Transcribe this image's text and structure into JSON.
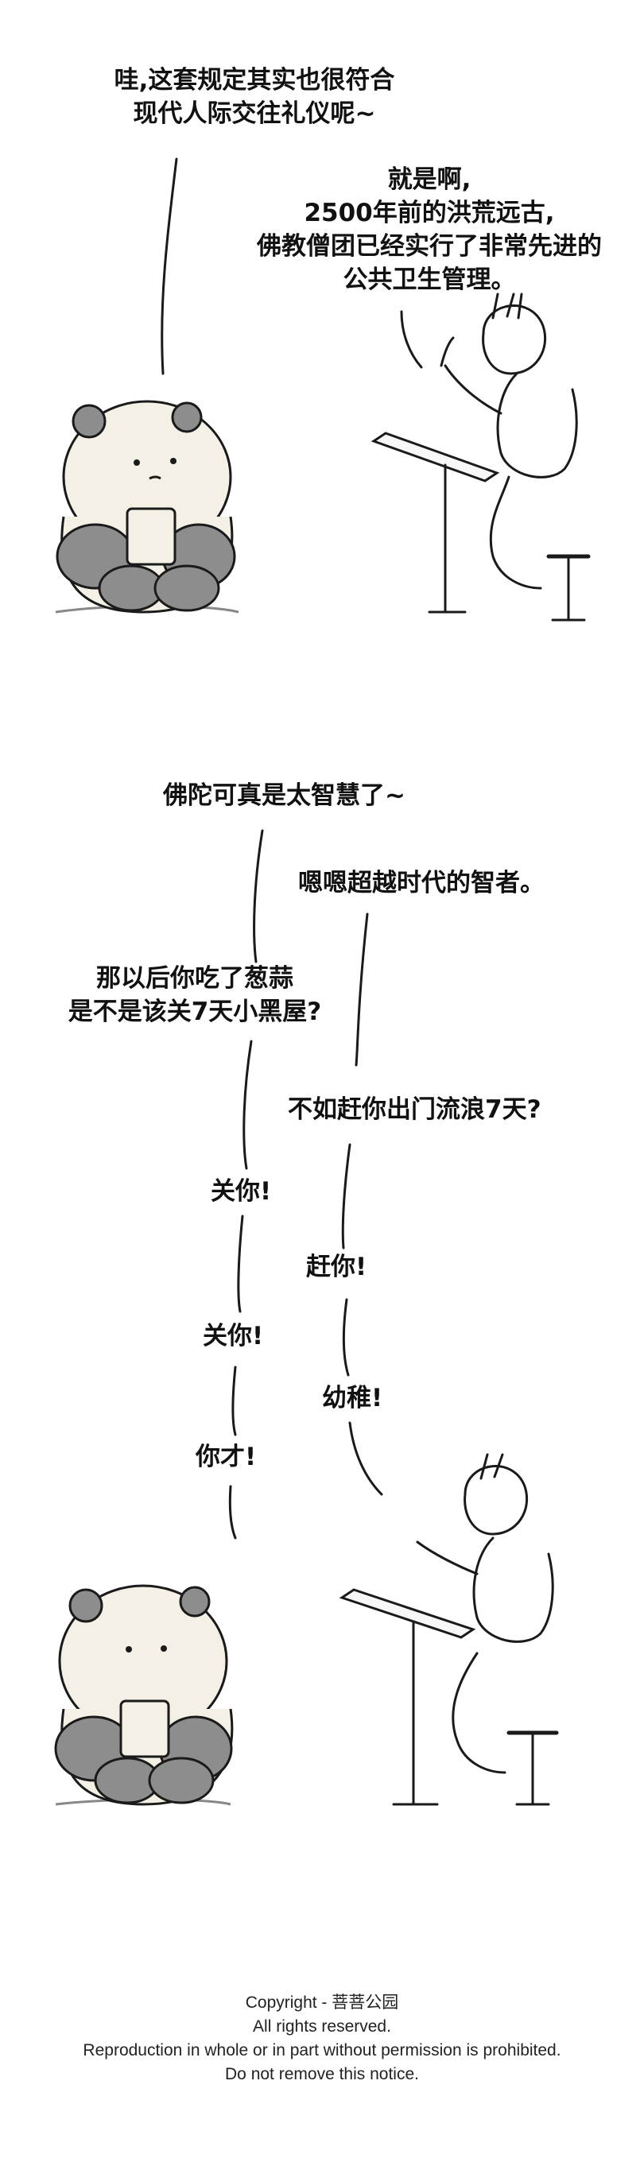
{
  "panel1": {
    "panda_line1": "哇,这套规定其实也很符合",
    "panda_line2": "现代人际交往礼仪呢~",
    "man_line1": "就是啊,",
    "man_line2": "2500年前的洪荒远古,",
    "man_line3": "佛教僧团已经实行了非常先进的",
    "man_line4": "公共卫生管理。"
  },
  "panel2": {
    "panda_a": "佛陀可真是太智慧了~",
    "man_a": "嗯嗯超越时代的智者。",
    "panda_b1": "那以后你吃了葱蒜",
    "panda_b2": "是不是该关7天小黑屋?",
    "man_b": "不如赶你出门流浪7天?",
    "panda_c": "关你!",
    "man_c": "赶你!",
    "panda_d": "关你!",
    "man_d": "幼稚!",
    "panda_e": "你才!"
  },
  "footer": {
    "copyright": "Copyright - 菩菩公园",
    "rights": "All rights reserved.",
    "reproduction": "Reproduction in whole or in part without permission is prohibited.",
    "notice": "Do not remove this notice."
  }
}
